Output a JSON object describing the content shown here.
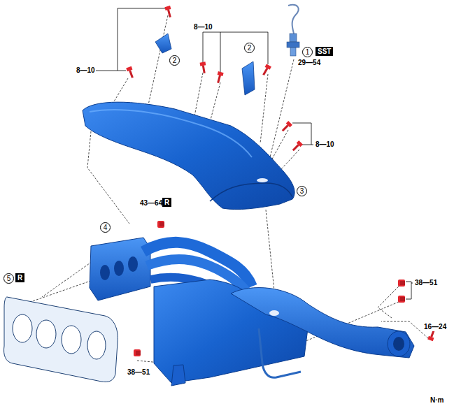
{
  "diagram": {
    "labels": [
      "8—10",
      "8—10",
      "2",
      "2",
      "1",
      "SST",
      "29—54",
      "8—10",
      "3",
      "43—64",
      "R",
      "4",
      "5",
      "R",
      "38—51",
      "16—24",
      "38—51",
      "N·m"
    ]
  }
}
